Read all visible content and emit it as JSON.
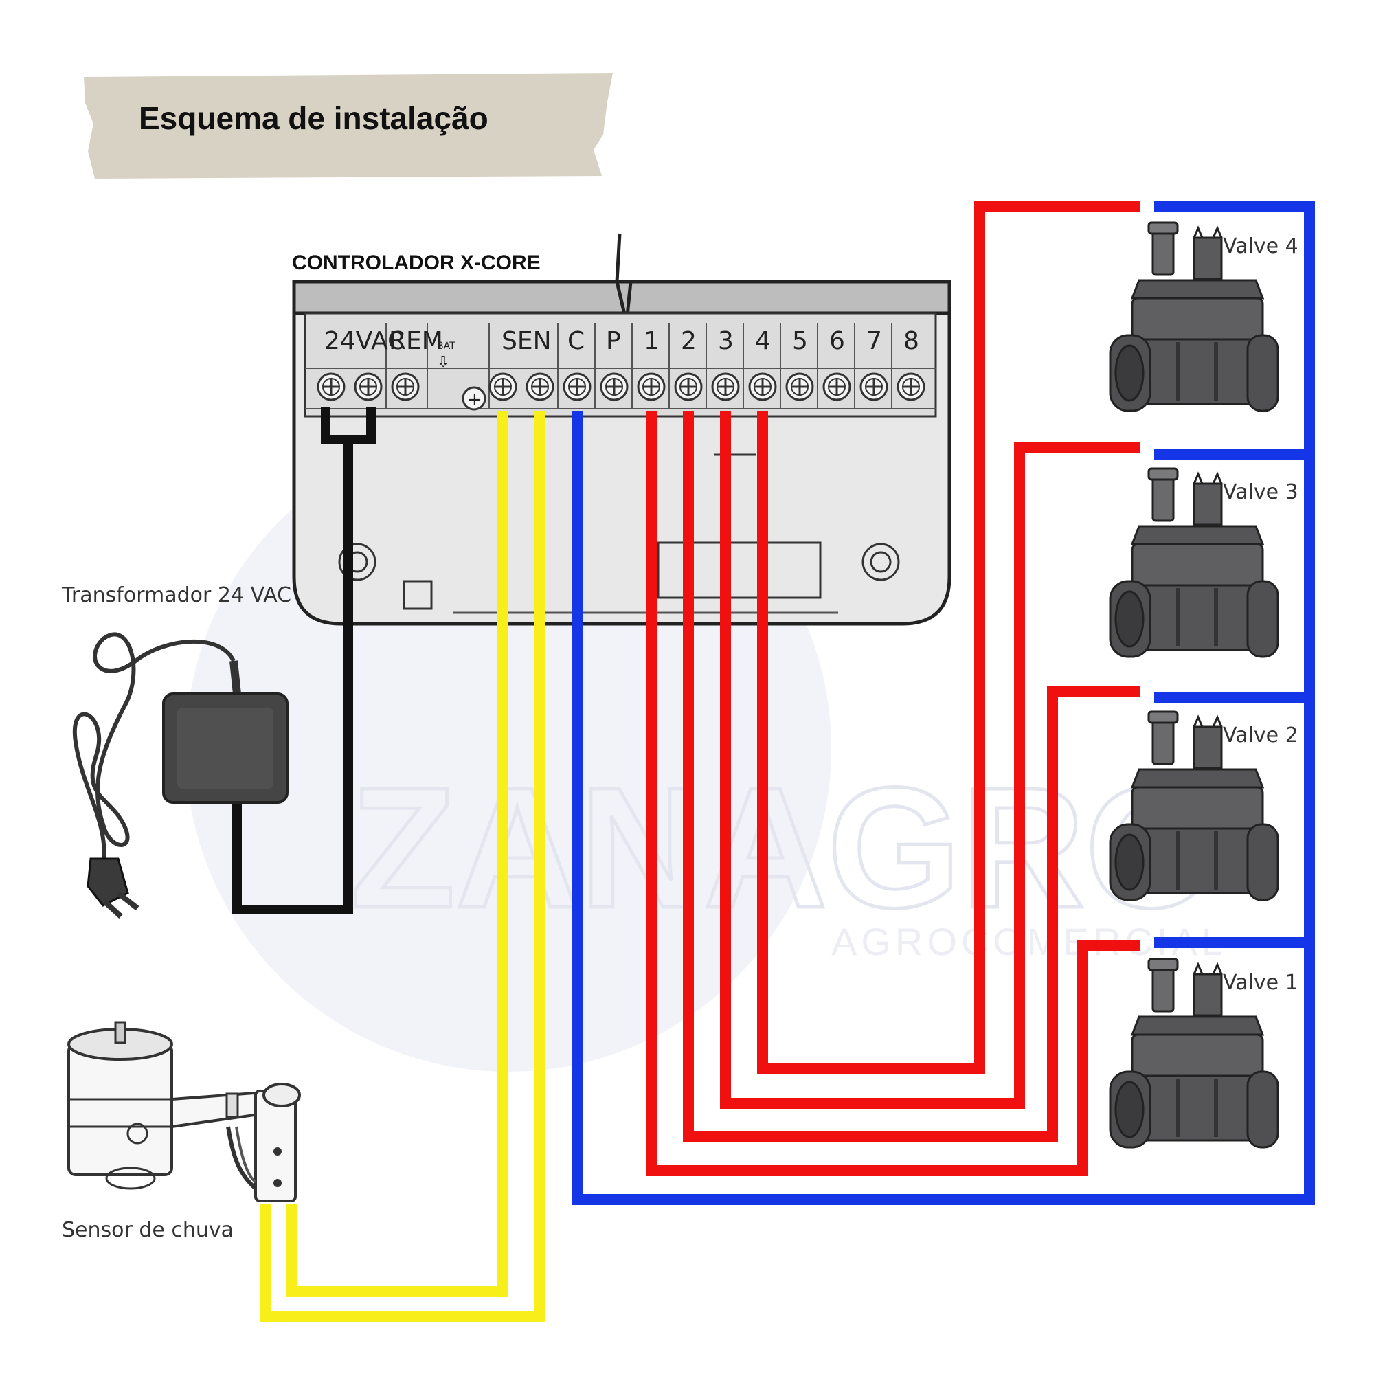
{
  "title": "Esquema de instalação",
  "controller": {
    "name": "CONTROLADOR X-CORE",
    "terminals": {
      "vac": "24VAC",
      "rem": "REM",
      "bat": "BAT",
      "sen": "SEN",
      "c": "C",
      "p": "P",
      "zones": [
        "1",
        "2",
        "3",
        "4",
        "5",
        "6",
        "7",
        "8"
      ]
    }
  },
  "transformer": {
    "label": "Transformador 24 VAC"
  },
  "rain_sensor": {
    "label": "Sensor de chuva"
  },
  "valves": [
    {
      "label": "Valve 4"
    },
    {
      "label": "Valve 3"
    },
    {
      "label": "Valve 2"
    },
    {
      "label": "Valve 1"
    }
  ],
  "watermark": {
    "brand": "ZANAGRO",
    "subtitle": "AGROCOMERCIAL"
  },
  "colors": {
    "tape": "#d8d2c4",
    "wire_power": "#111111",
    "wire_sensor": "#f7ee1a",
    "wire_common": "#1436e6",
    "wire_zone": "#f01010",
    "controller_body": "#e8e8e8",
    "valve_body": "#5d5d5f"
  }
}
